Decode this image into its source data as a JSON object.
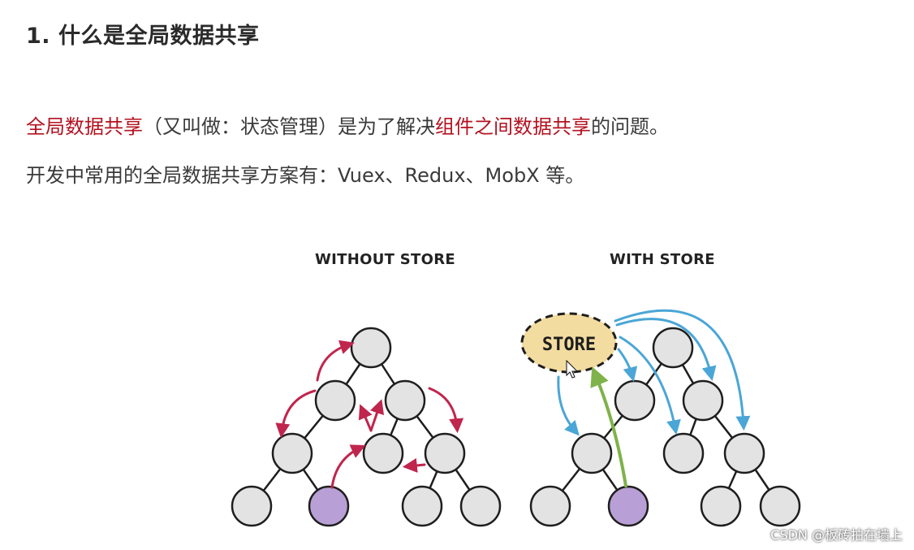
{
  "title": "1. 什么是全局数据共享",
  "paragraph1": {
    "highlight1": "全局数据共享",
    "text1": "（又叫做：状态管理）是为了解决",
    "highlight2": "组件之间数据共享",
    "text2": "的问题。"
  },
  "paragraph2": "开发中常用的全局数据共享方案有：Vuex、Redux、MobX 等。",
  "diagram": {
    "without_store_label": "WITHOUT STORE",
    "with_store_label": "WITH STORE",
    "store_label": "STORE"
  },
  "colors": {
    "highlight": "#b3121f",
    "node_fill": "#e3e3e3",
    "active_node_fill": "#b8a0d6",
    "store_fill": "#f3dca0",
    "without_arrow": "#c0254d",
    "store_arrow": "#4aa6d6",
    "up_arrow": "#7fb24a"
  },
  "watermark": "CSDN @板砖拍在墙上"
}
